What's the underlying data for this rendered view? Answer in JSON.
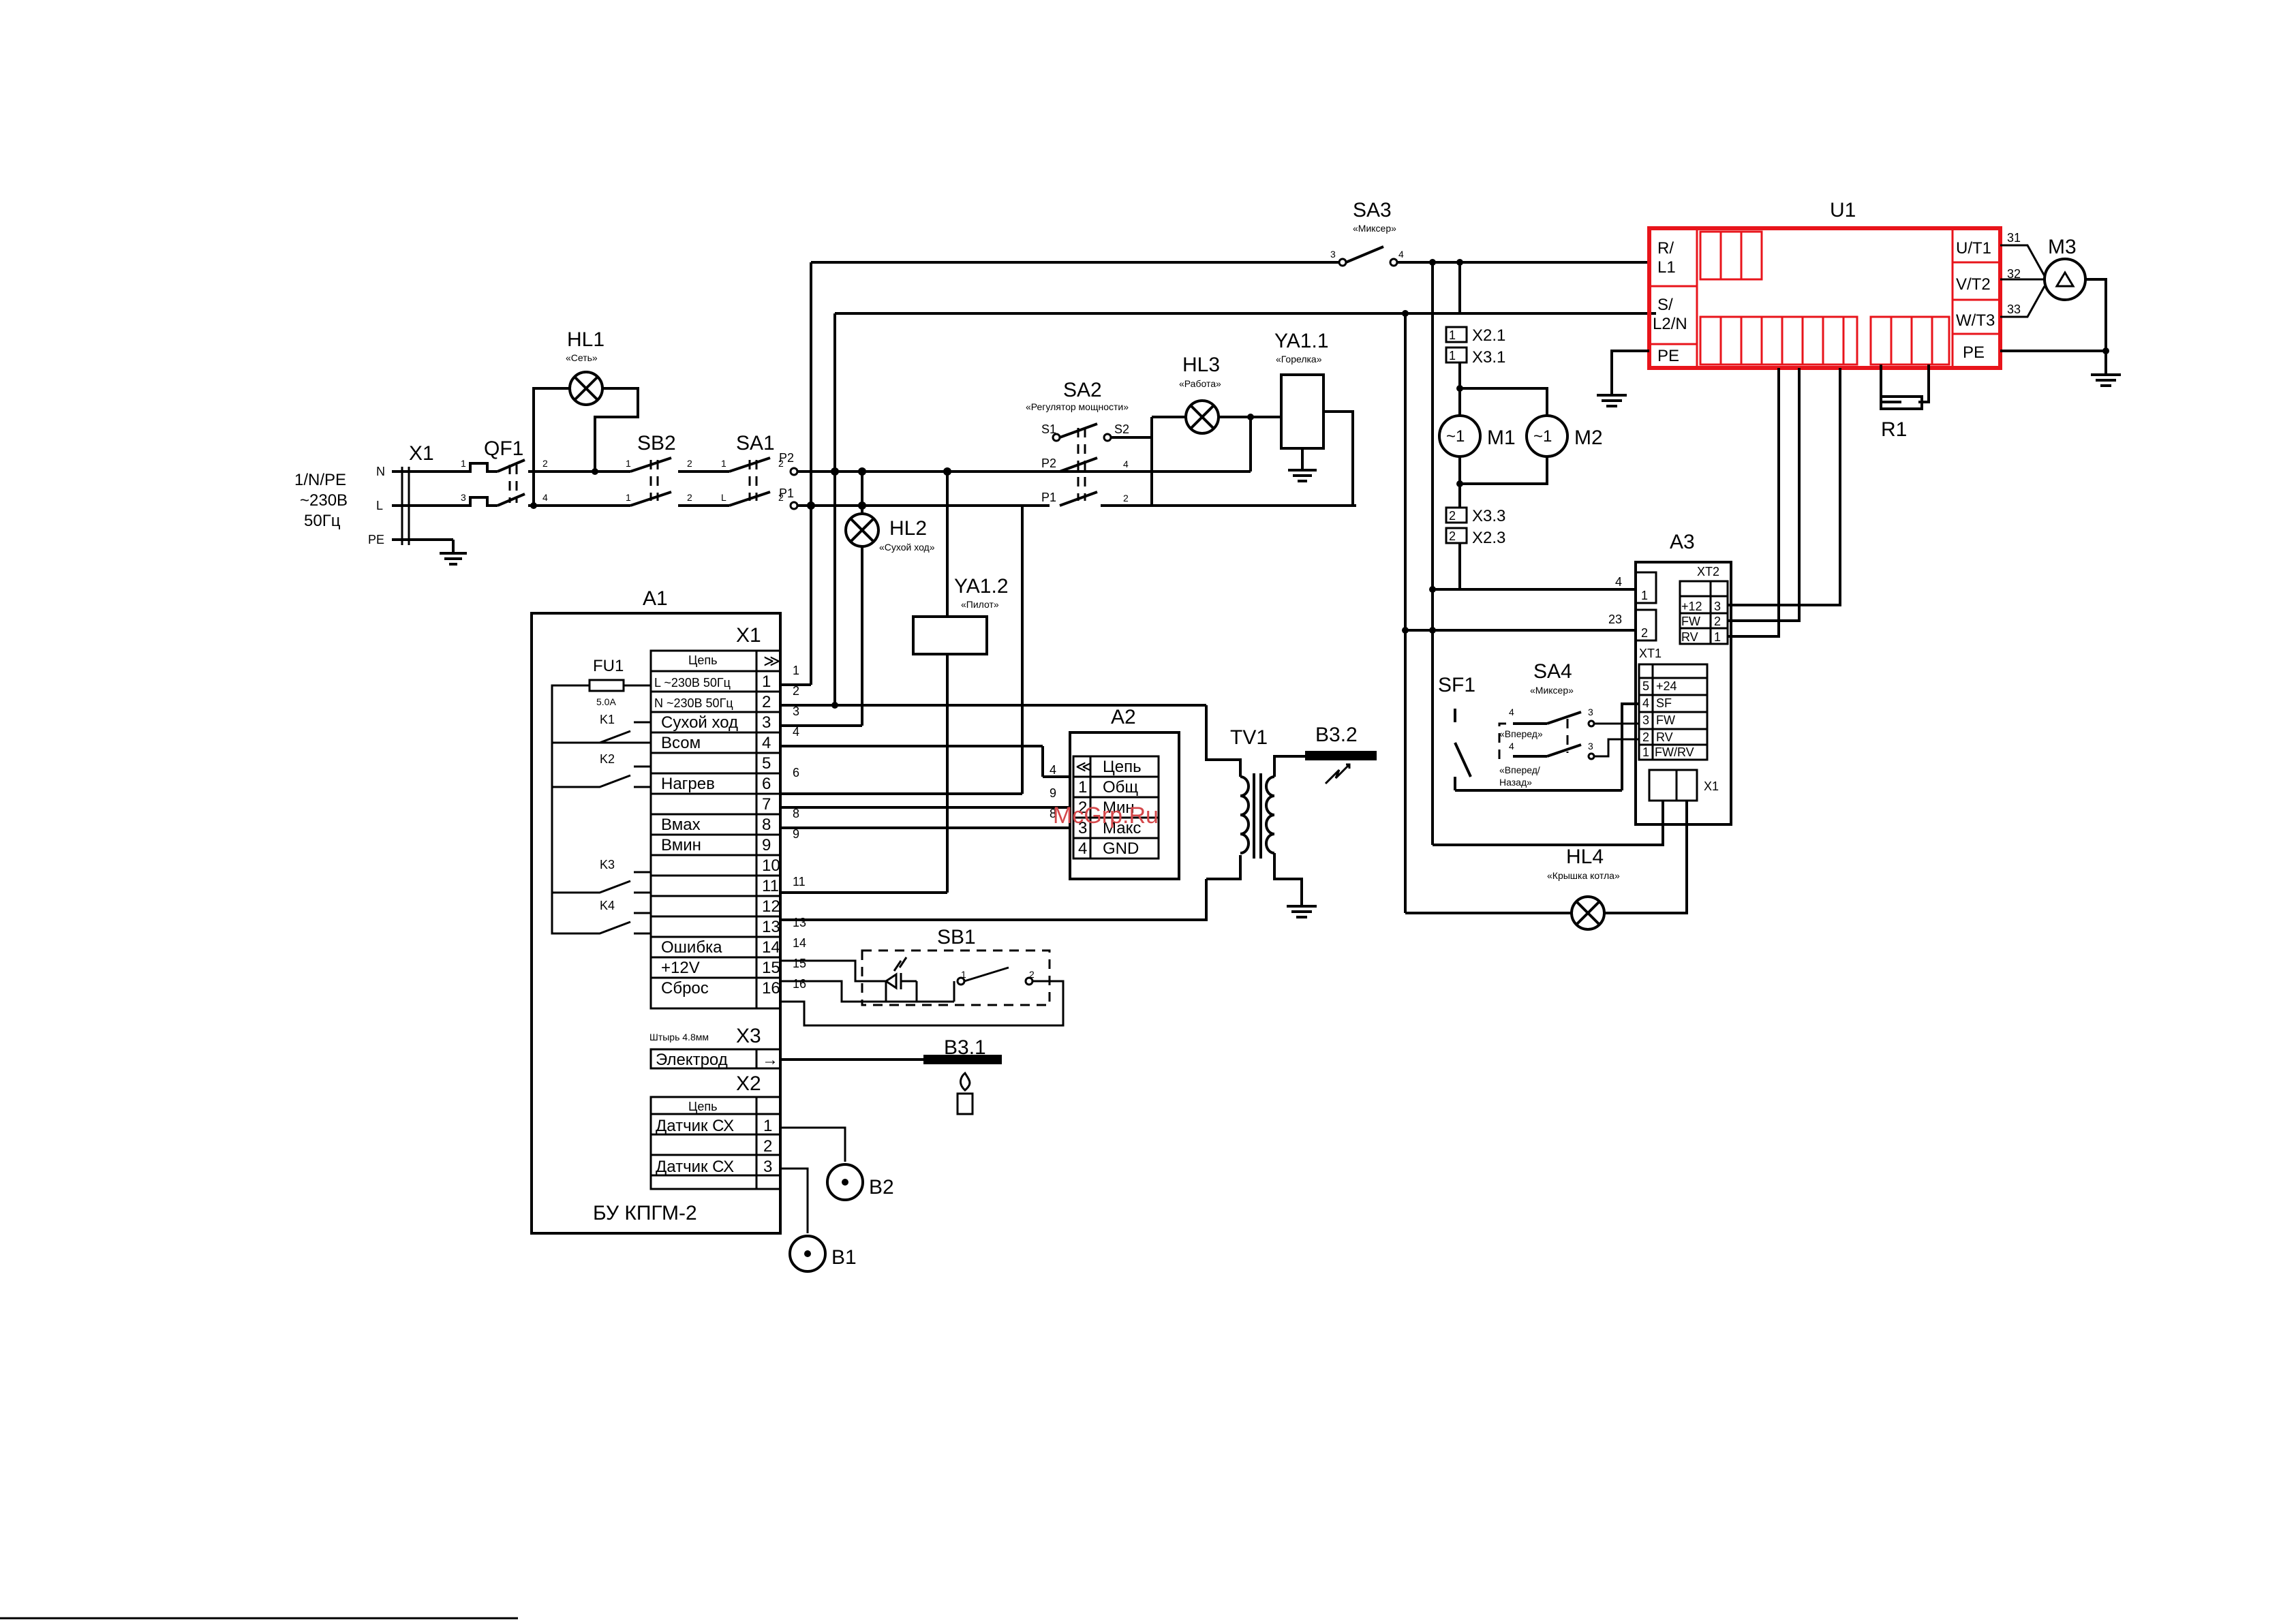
{
  "supply": {
    "x1": "X1",
    "qf1": "QF1",
    "n": "N",
    "l": "L",
    "pe": "PE",
    "rating": [
      "1/N/PE",
      "~230В",
      "50Гц"
    ]
  },
  "hl1": {
    "ref": "HL1",
    "note": "«Сеть»"
  },
  "sb2": {
    "ref": "SB2"
  },
  "sa1": {
    "ref": "SA1",
    "p1": "P1",
    "p2": "P2",
    "l": "L"
  },
  "hl2": {
    "ref": "HL2",
    "note": "«Сухой ход»"
  },
  "sa2": {
    "ref": "SA2",
    "note": "«Регулятор мощности»",
    "s1": "S1",
    "s2": "S2",
    "p1": "P1",
    "p2": "P2"
  },
  "hl3": {
    "ref": "HL3",
    "note": "«Работа»"
  },
  "ya11": {
    "ref": "YA1.1",
    "note": "«Горелка»"
  },
  "ya12": {
    "ref": "YA1.2",
    "note": "«Пилот»"
  },
  "sa3": {
    "ref": "SA3",
    "note": "«Миксер»"
  },
  "u1": {
    "ref": "U1",
    "rl1": [
      "R/",
      "L1"
    ],
    "sl2n": [
      "S/",
      "L2/N"
    ],
    "pe_in": "PE",
    "ut1": "U/T1",
    "vt2": "V/T2",
    "wt3": "W/T3",
    "pe_out": "PE",
    "terms": [
      "31",
      "32",
      "33"
    ]
  },
  "m3": {
    "ref": "M3"
  },
  "r1": {
    "ref": "R1"
  },
  "connectors": {
    "x21": "X2.1",
    "x31": "X3.1",
    "x33": "X3.3",
    "x23": "X2.3"
  },
  "motors": {
    "m1": "M1",
    "m2": "M2",
    "sym": "~1"
  },
  "a1": {
    "ref": "A1",
    "x1_title": "X1",
    "col_header": "Цепь",
    "rows": [
      "L ~230В 50Гц",
      "N ~230В 50Гц",
      "Сухой ход",
      "Всом",
      "",
      "Нагрев",
      "",
      "Вмах",
      "Вмин",
      "",
      "",
      "",
      "",
      "Ошибка",
      "+12V",
      "Сброс"
    ],
    "nums": [
      "1",
      "2",
      "3",
      "4",
      "5",
      "6",
      "7",
      "8",
      "9",
      "10",
      "11",
      "12",
      "13",
      "14",
      "15",
      "16"
    ],
    "fu1": "FU1",
    "fu1_rating": "5.0A",
    "relays": [
      "K1",
      "K2",
      "K3",
      "K4"
    ],
    "x3_title": "X3",
    "x3_note": "Штырь 4.8мм",
    "x3_row": "Электрод",
    "x2_title": "X2",
    "x2_header": "Цепь",
    "x2_rows": [
      "Датчик СХ",
      "",
      "Датчик СХ"
    ],
    "x2_nums": [
      "1",
      "2",
      "3"
    ],
    "label": "БУ КПГМ-2"
  },
  "a2": {
    "ref": "A2",
    "header": "Цепь",
    "rows": [
      {
        "n": "1",
        "t": "Общ"
      },
      {
        "n": "2",
        "t": "Мин"
      },
      {
        "n": "3",
        "t": "Макс"
      },
      {
        "n": "4",
        "t": "GND"
      }
    ]
  },
  "tv1": {
    "ref": "TV1"
  },
  "b32": {
    "ref": "B3.2"
  },
  "b31": {
    "ref": "B3.1"
  },
  "sb1": {
    "ref": "SB1"
  },
  "b1": {
    "ref": "B1"
  },
  "b2": {
    "ref": "B2"
  },
  "a3": {
    "ref": "A3",
    "xt2": "XT2",
    "xt2_rows": [
      {
        "t": "+12",
        "n": "3"
      },
      {
        "t": "FW",
        "n": "2"
      },
      {
        "t": "RV",
        "n": "1"
      }
    ],
    "xt1": "XT1",
    "xt1_rows": [
      {
        "n": "5",
        "t": "+24"
      },
      {
        "n": "4",
        "t": "SF"
      },
      {
        "n": "3",
        "t": "FW"
      },
      {
        "n": "2",
        "t": "RV"
      },
      {
        "n": "1",
        "t": "FW/RV"
      }
    ],
    "x1": "X1",
    "terms": [
      "4",
      "1",
      "23",
      "2"
    ]
  },
  "sf1": {
    "ref": "SF1"
  },
  "sa4": {
    "ref": "SA4",
    "note": "«Миксер»",
    "fwd": "«Вперед»",
    "fwdrev": [
      "«Вперед/",
      "Назад»"
    ]
  },
  "hl4": {
    "ref": "HL4",
    "note": "«Крышка котла»"
  },
  "watermark": "McGrp.Ru"
}
